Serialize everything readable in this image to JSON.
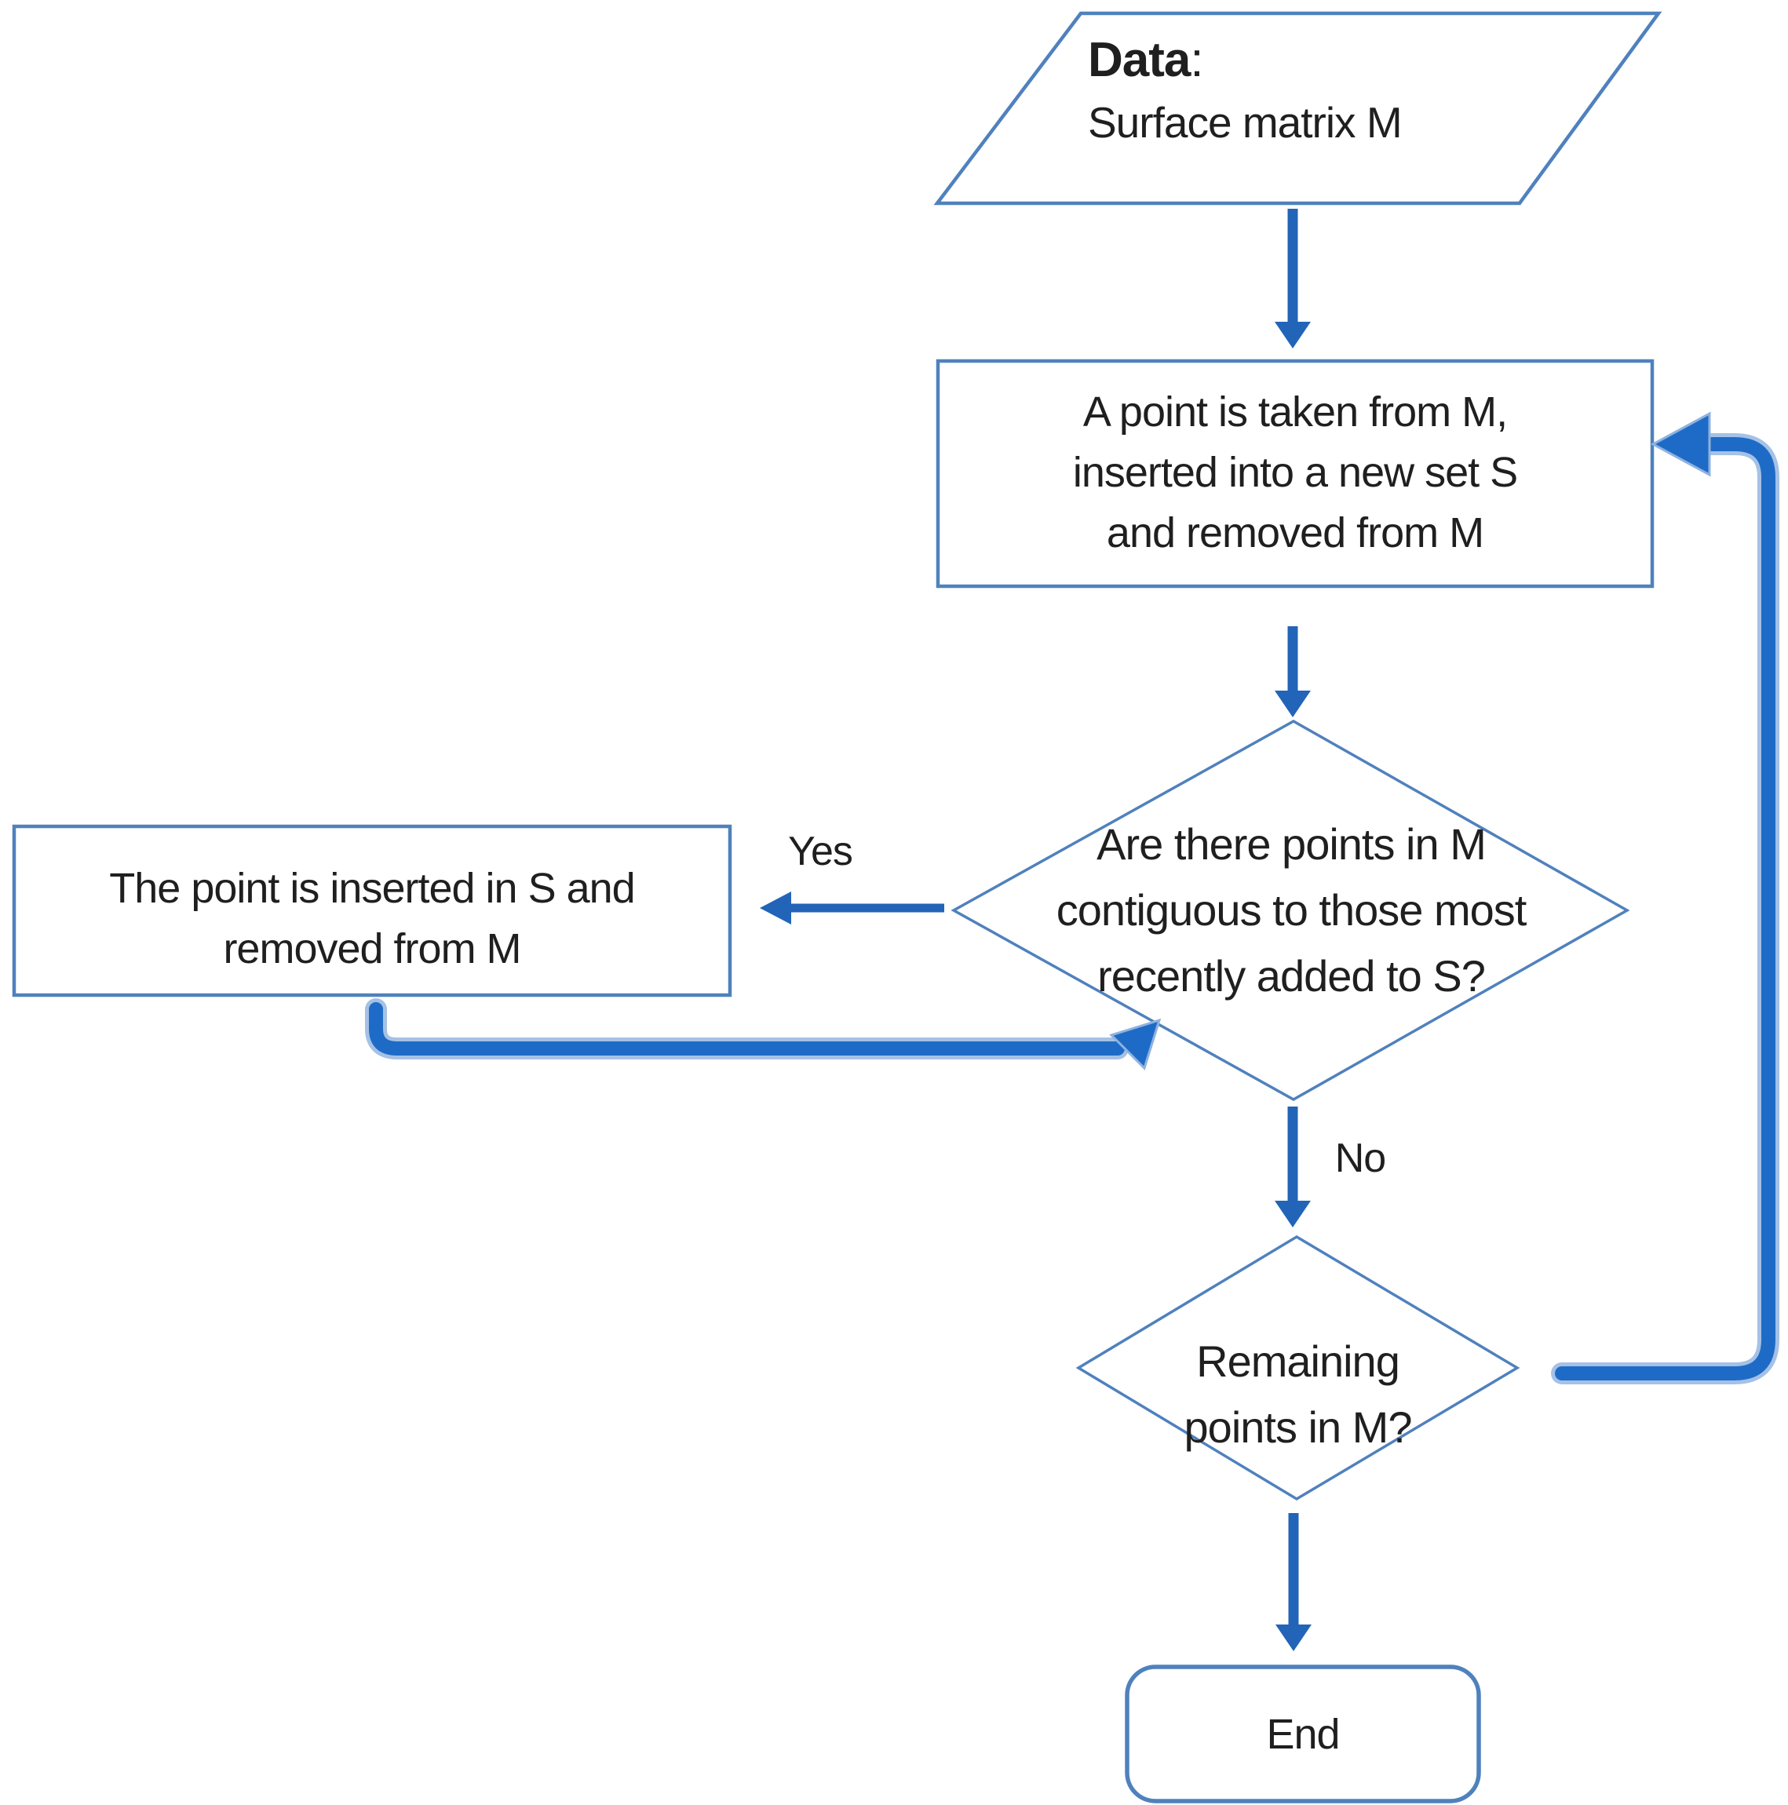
{
  "diagram": {
    "background": "#ffffff",
    "colors": {
      "shape_outline": "#4f81bd",
      "thin_arrow": "#2264b8",
      "loop_arrow": "#1e6bc7",
      "text": "#1f1f1f"
    },
    "nodes": {
      "data_input": {
        "shape": "parallelogram",
        "title_bold": "Data",
        "title_colon": ":",
        "subtitle": "Surface matrix M"
      },
      "take_point": {
        "shape": "process-rect",
        "lines": [
          "A point is taken from M,",
          "inserted into a new set S",
          "and removed from M"
        ]
      },
      "contiguous_decision": {
        "shape": "decision-diamond",
        "lines": [
          "Are there points in M",
          "contiguous to those most",
          "recently added to S?"
        ]
      },
      "insert_point": {
        "shape": "process-rect",
        "lines": [
          "The point is inserted in S and",
          "removed from M"
        ]
      },
      "remaining_decision": {
        "shape": "decision-diamond",
        "lines": [
          "Remaining",
          "points in M?"
        ]
      },
      "end_node": {
        "shape": "terminator",
        "label": "End"
      }
    },
    "edge_labels": {
      "yes": "Yes",
      "no": "No"
    }
  }
}
